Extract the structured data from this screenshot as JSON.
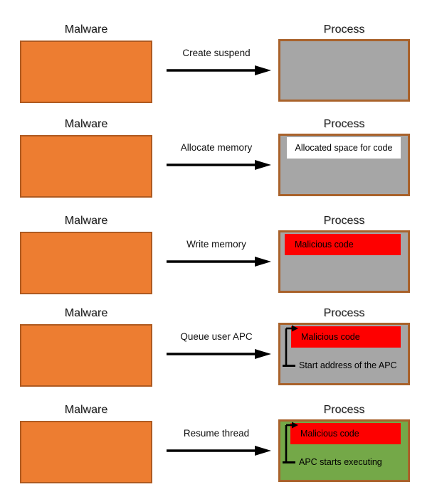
{
  "diagram_title": "",
  "colors": {
    "malware_fill": "#ED7D31",
    "malware_border": "#AE5A21",
    "process_fill_gray": "#A6A6A6",
    "process_fill_green": "#74A848",
    "process_border": "#A9622B",
    "malicious_fill": "#FE0000",
    "allocated_fill": "#FFFFFF",
    "arrow_color": "#000000"
  },
  "rows": [
    {
      "malware_label": "Malware",
      "arrow_label": "Create suspend",
      "process_label": "Process",
      "process_fill": "gray",
      "inner_type": "none",
      "inner_text": "",
      "connector_text": ""
    },
    {
      "malware_label": "Malware",
      "arrow_label": "Allocate memory",
      "process_label": "Process",
      "process_fill": "gray",
      "inner_type": "white",
      "inner_text": "Allocated space for code",
      "connector_text": ""
    },
    {
      "malware_label": "Malware",
      "arrow_label": "Write memory",
      "process_label": "Process",
      "process_fill": "gray",
      "inner_type": "red",
      "inner_text": "Malicious code",
      "connector_text": ""
    },
    {
      "malware_label": "Malware",
      "arrow_label": "Queue user APC",
      "process_label": "Process",
      "process_fill": "gray",
      "inner_type": "red",
      "inner_text": "Malicious code",
      "connector_text": "Start address of the APC"
    },
    {
      "malware_label": "Malware",
      "arrow_label": "Resume thread",
      "process_label": "Process",
      "process_fill": "green",
      "inner_type": "red",
      "inner_text": "Malicious code",
      "connector_text": "APC starts executing"
    }
  ]
}
